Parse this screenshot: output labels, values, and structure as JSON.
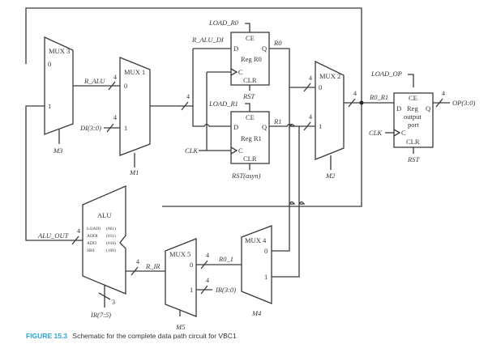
{
  "caption": {
    "figure_label": "FIGURE 15.3",
    "text": "Schematic for the complete data path circuit for VBC1"
  },
  "mux3": {
    "name": "MUX 3",
    "in0": "0",
    "in1": "1",
    "select": "M3"
  },
  "mux1": {
    "name": "MUX 1",
    "in0": "0",
    "in1": "1",
    "select": "M1"
  },
  "mux2": {
    "name": "MUX 2",
    "in0": "0",
    "in1": "1",
    "select": "M2"
  },
  "mux4": {
    "name": "MUX 4",
    "in0": "0",
    "in1": "1",
    "select": "M4"
  },
  "mux5": {
    "name": "MUX 5",
    "in0": "0",
    "in1": "1",
    "select": "M5"
  },
  "reg_r0": {
    "ce": "CE",
    "d": "D",
    "q": "Q",
    "name": "Reg R0",
    "c": "C",
    "clr": "CLR",
    "load": "LOAD_R0",
    "rst": "RST",
    "out": "R0"
  },
  "reg_r1": {
    "ce": "CE",
    "d": "D",
    "q": "Q",
    "name": "Reg R1",
    "c": "C",
    "clr": "CLR",
    "load": "LOAD_R1",
    "rst": "RST(asyn)",
    "out": "R1"
  },
  "reg_op": {
    "ce": "CE",
    "d": "D",
    "q": "Q",
    "name_l1": "Reg",
    "name_l2": "output",
    "name_l3": "port",
    "c": "C",
    "clr": "CLR",
    "load": "LOAD_OP",
    "rst": "RST",
    "out": "OP(3:0)"
  },
  "alu": {
    "name": "ALU",
    "ops": [
      {
        "op": "LOADI",
        "code": "(001)"
      },
      {
        "op": "ADDI",
        "code": "(011)"
      },
      {
        "op": "ADD",
        "code": "(010)"
      },
      {
        "op": "SR0",
        "code": "(100)"
      }
    ],
    "select": "IR(7:5)",
    "select_width": "3"
  },
  "signals": {
    "r_alu": "R_ALU",
    "r_alu_di": "R_ALU_DI",
    "di": "DI(3:0)",
    "clk": "CLK",
    "clk_op": "CLK",
    "r0_r1": "R0_R1",
    "alu_out": "ALU_OUT",
    "r_ir": "R_IR",
    "r0_1": "R0_1",
    "ir_low": "IR(3:0)"
  },
  "bus_width": "4"
}
